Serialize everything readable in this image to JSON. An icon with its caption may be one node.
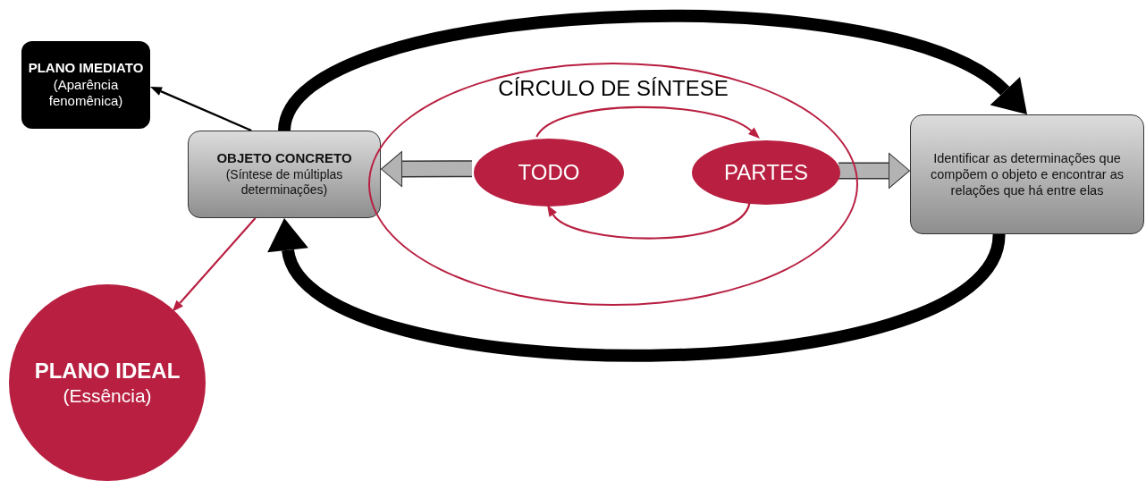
{
  "diagram": {
    "nodes": [
      {
        "text": [
          "PLANO IMEDIATO",
          "(Aparência fenomênica)"
        ]
      },
      {
        "text": [
          "OBJETO CONCRETO",
          "(Síntese de múltiplas determinações)"
        ]
      },
      {
        "text": [
          "CÍRCULO DE SÍNTESE"
        ]
      },
      {
        "text": [
          "TODO"
        ],
        "in": 2
      },
      {
        "text": [
          "PARTES"
        ],
        "in": 2
      },
      {
        "text": [
          "Identificar as determinações que compõem o objeto e encontrar as relações que há entre elas"
        ]
      },
      {
        "text": [
          "PLANO IDEAL",
          "(Essência)"
        ]
      }
    ],
    "edges": [
      {
        "from": 1,
        "to": 0,
        "arrow": "to"
      },
      {
        "from": 1,
        "to": 5,
        "arrow": "to",
        "style": "thick"
      },
      {
        "from": 5,
        "to": 1,
        "arrow": "to",
        "style": "thick"
      },
      {
        "from": 3,
        "to": 1,
        "arrow": "to",
        "style": "thick",
        "color": "#b3b3b3"
      },
      {
        "from": 4,
        "to": 5,
        "arrow": "to",
        "style": "thick",
        "color": "#b3b3b3"
      },
      {
        "from": 3,
        "to": 4,
        "arrow": "to",
        "color": "#b81f40"
      },
      {
        "from": 4,
        "to": 3,
        "arrow": "to",
        "color": "#b81f40"
      },
      {
        "from": 1,
        "to": 6,
        "arrow": "to",
        "color": "#b81f40"
      }
    ]
  }
}
